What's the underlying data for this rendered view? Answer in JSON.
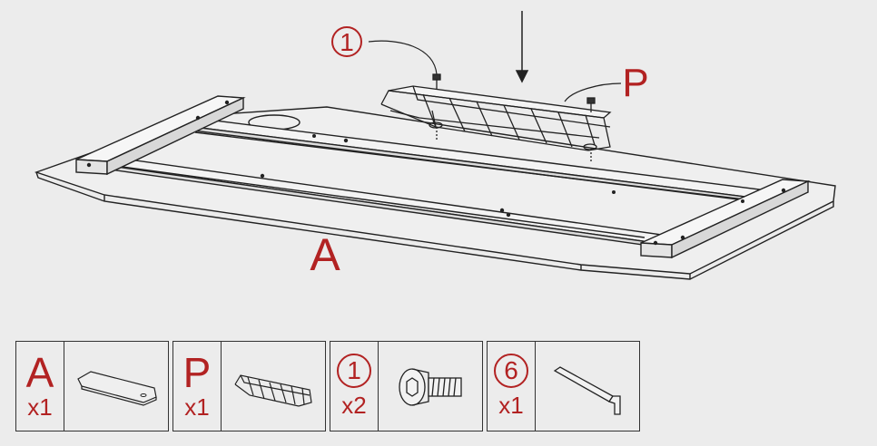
{
  "callouts": {
    "screw_number": "1",
    "tray_letter": "P",
    "desk_letter": "A"
  },
  "parts": [
    {
      "id": "A",
      "qty": "x1",
      "style": "letter",
      "icon": "desktop-panel-icon"
    },
    {
      "id": "P",
      "qty": "x1",
      "style": "letter",
      "icon": "wire-tray-icon"
    },
    {
      "id": "1",
      "qty": "x2",
      "style": "circle",
      "icon": "hex-bolt-icon"
    },
    {
      "id": "6",
      "qty": "x1",
      "style": "circle",
      "icon": "allen-key-icon"
    }
  ],
  "colors": {
    "accent": "#b22222",
    "line": "#333333",
    "background": "#ececec"
  }
}
